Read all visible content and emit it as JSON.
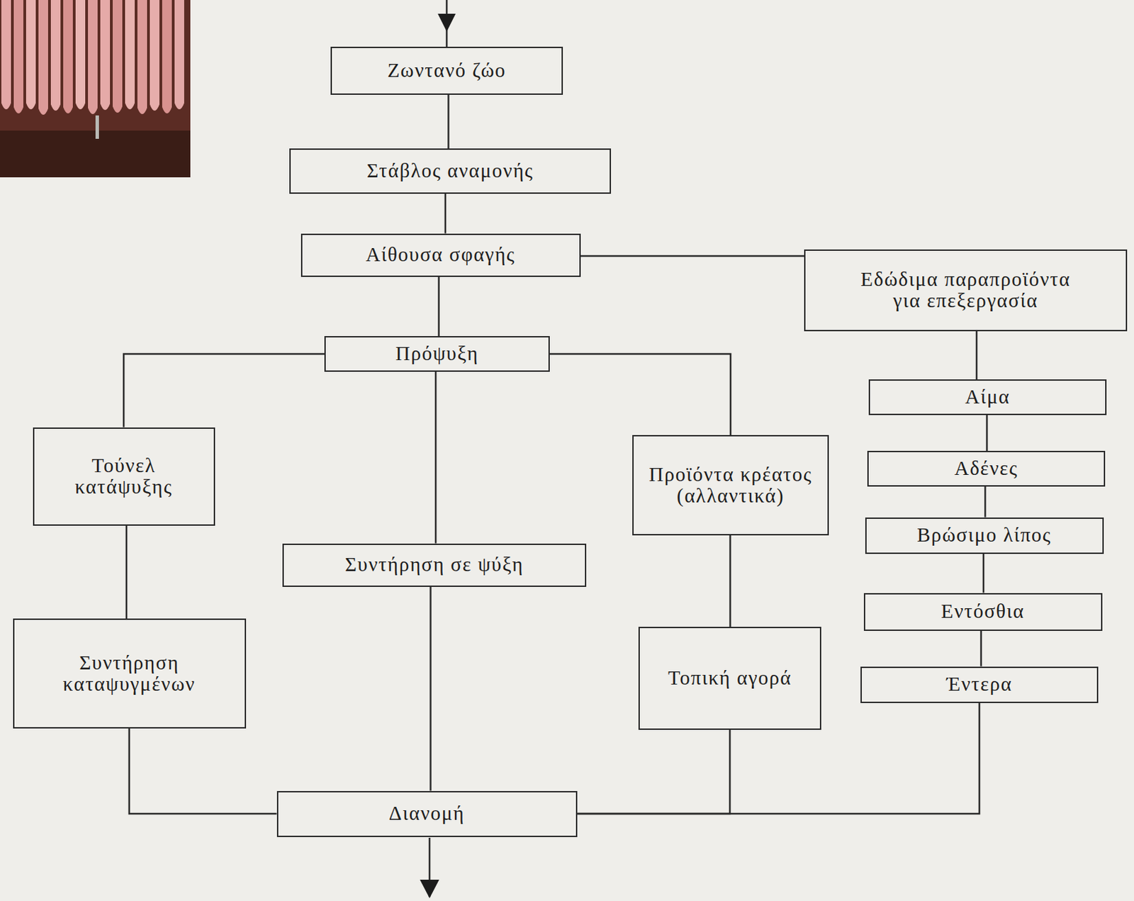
{
  "diagram": {
    "nodes": [
      {
        "text": [
          "Ζωντανό ζώο"
        ]
      },
      {
        "text": [
          "Στάβλος αναμονής"
        ]
      },
      {
        "text": [
          "Αίθουσα σφαγής"
        ]
      },
      {
        "text": [
          "Εδώδιμα παραπροϊόντα για επεξεργασία"
        ]
      },
      {
        "text": [
          "Πρόψυξη"
        ]
      },
      {
        "text": [
          "Αίμα"
        ]
      },
      {
        "text": [
          "Τούνελ κατάψυξης"
        ]
      },
      {
        "text": [
          "Προϊόντα κρέατος (αλλαντικά)"
        ]
      },
      {
        "text": [
          "Αδένες"
        ]
      },
      {
        "text": [
          "Βρώσιμο λίπος"
        ]
      },
      {
        "text": [
          "Συντήρηση σε ψύξη"
        ]
      },
      {
        "text": [
          "Εντόσθια"
        ]
      },
      {
        "text": [
          "Συντήρηση καταψυγμένων"
        ]
      },
      {
        "text": [
          "Τοπική αγορά"
        ]
      },
      {
        "text": [
          "Έντερα"
        ]
      },
      {
        "text": [
          "Διανομή"
        ]
      }
    ],
    "edges": [
      {
        "from": 0,
        "to": 1,
        "arrow": "none"
      },
      {
        "from": 1,
        "to": 2,
        "arrow": "none"
      },
      {
        "from": 2,
        "to": 3,
        "arrow": "none"
      },
      {
        "from": 2,
        "to": 4,
        "arrow": "none"
      },
      {
        "from": 4,
        "to": 6,
        "arrow": "none"
      },
      {
        "from": 4,
        "to": 10,
        "arrow": "none"
      },
      {
        "from": 4,
        "to": 7,
        "arrow": "none"
      },
      {
        "from": 3,
        "to": 5,
        "arrow": "none"
      },
      {
        "from": 5,
        "to": 8,
        "arrow": "none"
      },
      {
        "from": 8,
        "to": 9,
        "arrow": "none"
      },
      {
        "from": 9,
        "to": 11,
        "arrow": "none"
      },
      {
        "from": 11,
        "to": 14,
        "arrow": "none"
      },
      {
        "from": 6,
        "to": 12,
        "arrow": "none"
      },
      {
        "from": 7,
        "to": 13,
        "arrow": "none"
      },
      {
        "from": 12,
        "to": 15,
        "arrow": "none"
      },
      {
        "from": 10,
        "to": 15,
        "arrow": "none"
      },
      {
        "from": 13,
        "to": 15,
        "arrow": "none"
      },
      {
        "from": 14,
        "to": 15,
        "arrow": "none"
      }
    ]
  }
}
